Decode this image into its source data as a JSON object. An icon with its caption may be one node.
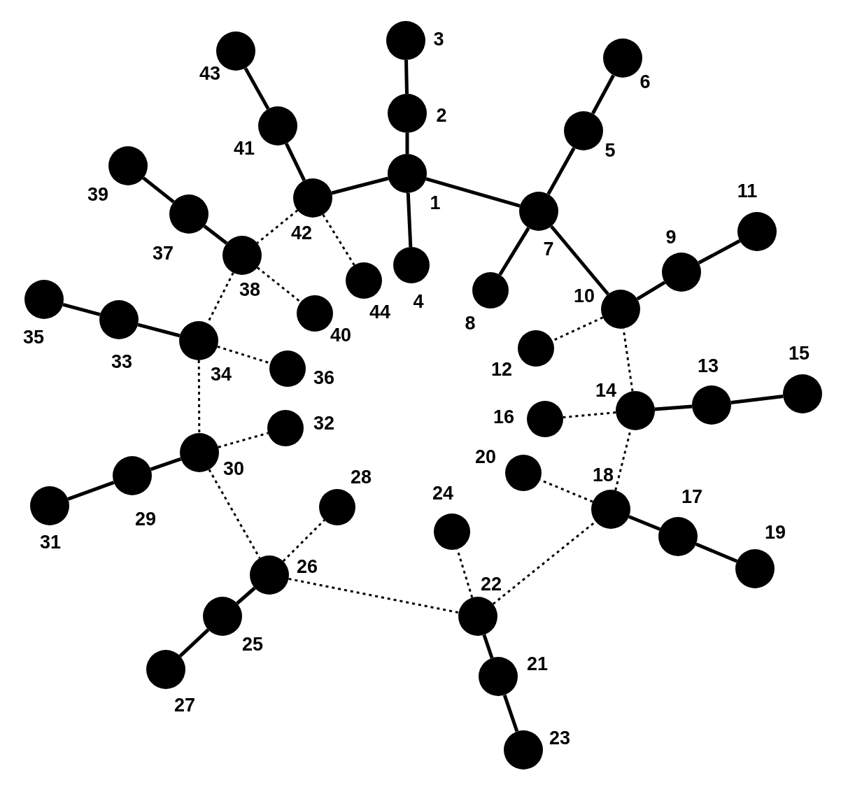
{
  "diagram": {
    "nodes": [
      {
        "text": [],
        "shape": "circle",
        "beside": [
          "1"
        ]
      },
      {
        "text": [],
        "shape": "circle",
        "beside": [
          "2"
        ]
      },
      {
        "text": [],
        "shape": "circle",
        "beside": [
          "3"
        ]
      },
      {
        "text": [],
        "shape": "circle",
        "beside": [
          "4"
        ]
      },
      {
        "text": [],
        "shape": "circle",
        "beside": [
          "5"
        ]
      },
      {
        "text": [],
        "shape": "circle",
        "beside": [
          "6"
        ]
      },
      {
        "text": [],
        "shape": "circle",
        "beside": [
          "7"
        ]
      },
      {
        "text": [],
        "shape": "circle",
        "beside": [
          "8"
        ]
      },
      {
        "text": [],
        "shape": "circle",
        "beside": [
          "9"
        ]
      },
      {
        "text": [],
        "shape": "circle",
        "beside": [
          "10"
        ]
      },
      {
        "text": [],
        "shape": "circle",
        "beside": [
          "11"
        ]
      },
      {
        "text": [],
        "shape": "circle",
        "beside": [
          "12"
        ]
      },
      {
        "text": [],
        "shape": "circle",
        "beside": [
          "13"
        ]
      },
      {
        "text": [],
        "shape": "circle",
        "beside": [
          "14"
        ]
      },
      {
        "text": [],
        "shape": "circle",
        "beside": [
          "15"
        ]
      },
      {
        "text": [],
        "shape": "circle",
        "beside": [
          "16"
        ]
      },
      {
        "text": [],
        "shape": "circle",
        "beside": [
          "17"
        ]
      },
      {
        "text": [],
        "shape": "circle",
        "beside": [
          "18"
        ]
      },
      {
        "text": [],
        "shape": "circle",
        "beside": [
          "19"
        ]
      },
      {
        "text": [],
        "shape": "circle",
        "beside": [
          "20"
        ]
      },
      {
        "text": [],
        "shape": "circle",
        "beside": [
          "21"
        ]
      },
      {
        "text": [],
        "shape": "circle",
        "beside": [
          "22"
        ]
      },
      {
        "text": [],
        "shape": "circle",
        "beside": [
          "23"
        ]
      },
      {
        "text": [],
        "shape": "circle",
        "beside": [
          "24"
        ]
      },
      {
        "text": [],
        "shape": "circle",
        "beside": [
          "25"
        ]
      },
      {
        "text": [],
        "shape": "circle",
        "beside": [
          "26"
        ]
      },
      {
        "text": [],
        "shape": "circle",
        "beside": [
          "27"
        ]
      },
      {
        "text": [],
        "shape": "circle",
        "beside": [
          "28"
        ]
      },
      {
        "text": [],
        "shape": "circle",
        "beside": [
          "29"
        ]
      },
      {
        "text": [],
        "shape": "circle",
        "beside": [
          "30"
        ]
      },
      {
        "text": [],
        "shape": "circle",
        "beside": [
          "31"
        ]
      },
      {
        "text": [],
        "shape": "circle",
        "beside": [
          "32"
        ]
      },
      {
        "text": [],
        "shape": "circle",
        "beside": [
          "33"
        ]
      },
      {
        "text": [],
        "shape": "circle",
        "beside": [
          "34"
        ]
      },
      {
        "text": [],
        "shape": "circle",
        "beside": [
          "35"
        ]
      },
      {
        "text": [],
        "shape": "circle",
        "beside": [
          "36"
        ]
      },
      {
        "text": [],
        "shape": "circle",
        "beside": [
          "37"
        ]
      },
      {
        "text": [],
        "shape": "circle",
        "beside": [
          "38"
        ]
      },
      {
        "text": [],
        "shape": "circle",
        "beside": [
          "39"
        ]
      },
      {
        "text": [],
        "shape": "circle",
        "beside": [
          "40"
        ]
      },
      {
        "text": [],
        "shape": "circle",
        "beside": [
          "41"
        ]
      },
      {
        "text": [],
        "shape": "circle",
        "beside": [
          "42"
        ]
      },
      {
        "text": [],
        "shape": "circle",
        "beside": [
          "43"
        ]
      },
      {
        "text": [],
        "shape": "circle",
        "beside": [
          "44"
        ]
      }
    ],
    "edges": [
      {
        "from": 0,
        "to": 1,
        "arrow": "none"
      },
      {
        "from": 1,
        "to": 2,
        "arrow": "none"
      },
      {
        "from": 0,
        "to": 3,
        "arrow": "none"
      },
      {
        "from": 0,
        "to": 6,
        "arrow": "none"
      },
      {
        "from": 0,
        "to": 41,
        "arrow": "none"
      },
      {
        "from": 6,
        "to": 4,
        "arrow": "none"
      },
      {
        "from": 4,
        "to": 5,
        "arrow": "none"
      },
      {
        "from": 6,
        "to": 7,
        "arrow": "none"
      },
      {
        "from": 6,
        "to": 9,
        "arrow": "none"
      },
      {
        "from": 9,
        "to": 8,
        "arrow": "none"
      },
      {
        "from": 8,
        "to": 10,
        "arrow": "none"
      },
      {
        "from": 13,
        "to": 12,
        "arrow": "none"
      },
      {
        "from": 12,
        "to": 14,
        "arrow": "none"
      },
      {
        "from": 17,
        "to": 16,
        "arrow": "none"
      },
      {
        "from": 16,
        "to": 18,
        "arrow": "none"
      },
      {
        "from": 21,
        "to": 20,
        "arrow": "none"
      },
      {
        "from": 20,
        "to": 22,
        "arrow": "none"
      },
      {
        "from": 25,
        "to": 24,
        "arrow": "none"
      },
      {
        "from": 24,
        "to": 26,
        "arrow": "none"
      },
      {
        "from": 29,
        "to": 28,
        "arrow": "none"
      },
      {
        "from": 28,
        "to": 30,
        "arrow": "none"
      },
      {
        "from": 33,
        "to": 32,
        "arrow": "none"
      },
      {
        "from": 32,
        "to": 34,
        "arrow": "none"
      },
      {
        "from": 37,
        "to": 36,
        "arrow": "none"
      },
      {
        "from": 36,
        "to": 38,
        "arrow": "none"
      },
      {
        "from": 41,
        "to": 40,
        "arrow": "none"
      },
      {
        "from": 40,
        "to": 42,
        "arrow": "none"
      },
      {
        "from": 41,
        "to": 37,
        "arrow": "none",
        "style": "dashed"
      },
      {
        "from": 41,
        "to": 43,
        "arrow": "none",
        "style": "dashed"
      },
      {
        "from": 37,
        "to": 33,
        "arrow": "none",
        "style": "dashed"
      },
      {
        "from": 37,
        "to": 39,
        "arrow": "none",
        "style": "dashed"
      },
      {
        "from": 33,
        "to": 35,
        "arrow": "none",
        "style": "dashed"
      },
      {
        "from": 33,
        "to": 29,
        "arrow": "none",
        "style": "dashed"
      },
      {
        "from": 29,
        "to": 31,
        "arrow": "none",
        "style": "dashed"
      },
      {
        "from": 29,
        "to": 25,
        "arrow": "none",
        "style": "dashed"
      },
      {
        "from": 25,
        "to": 27,
        "arrow": "none",
        "style": "dashed"
      },
      {
        "from": 25,
        "to": 21,
        "arrow": "none",
        "style": "dashed"
      },
      {
        "from": 21,
        "to": 23,
        "arrow": "none",
        "style": "dashed"
      },
      {
        "from": 21,
        "to": 17,
        "arrow": "none",
        "style": "dashed"
      },
      {
        "from": 17,
        "to": 19,
        "arrow": "none",
        "style": "dashed"
      },
      {
        "from": 17,
        "to": 13,
        "arrow": "none",
        "style": "dashed"
      },
      {
        "from": 13,
        "to": 15,
        "arrow": "none",
        "style": "dashed"
      },
      {
        "from": 13,
        "to": 9,
        "arrow": "none",
        "style": "dashed"
      },
      {
        "from": 9,
        "to": 11,
        "arrow": "none",
        "style": "dashed"
      }
    ]
  }
}
